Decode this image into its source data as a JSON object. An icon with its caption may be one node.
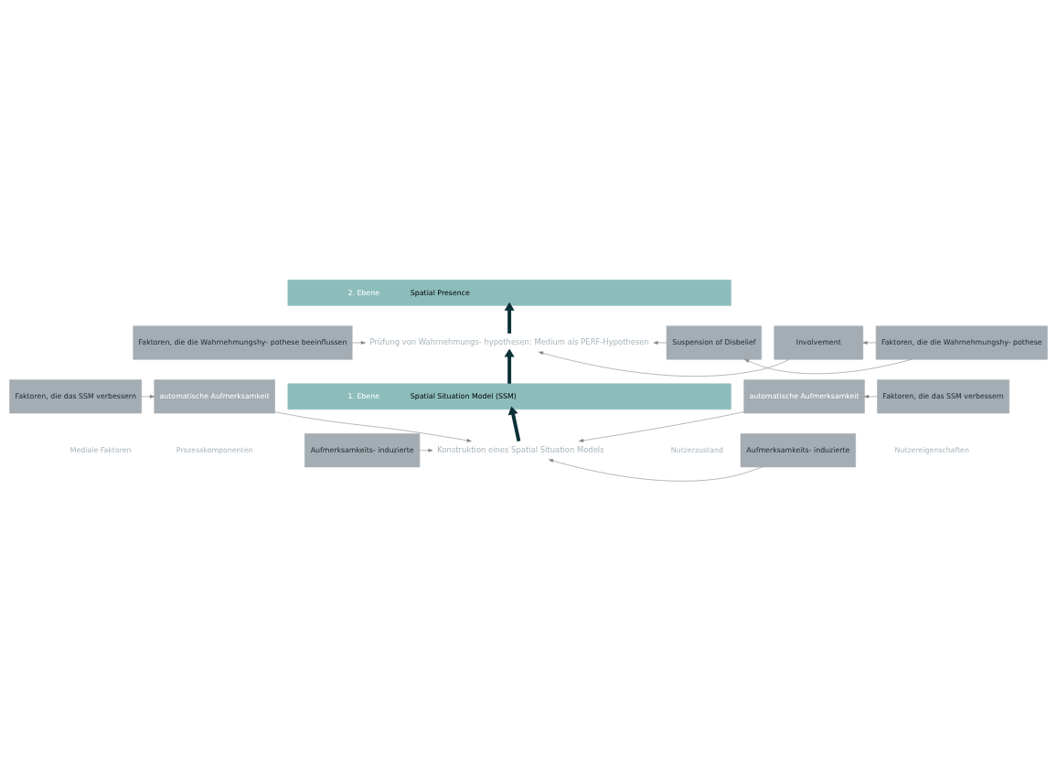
{
  "diagram": {
    "nodes": [
      {
        "text": [
          "2. Ebene",
          "Spatial Presence"
        ]
      },
      {
        "text": [
          "Faktoren, die die Wahrnehmungshy- pothese beeinflussen"
        ]
      },
      {
        "text": [
          "Prüfung von Wahrnehmungs- hypothesen: Medium als PERF-Hypothesen"
        ]
      },
      {
        "text": [
          "Involvement"
        ]
      },
      {
        "text": [
          "Faktoren, die die Wahrnehmungshy- pothese"
        ]
      },
      {
        "text": [
          "Suspension of Disbelief"
        ]
      },
      {
        "text": [
          "1. Ebene",
          "Spatial Situation Model (SSM)"
        ]
      },
      {
        "text": [
          "Aufmerksamkeits- induzierte"
        ]
      },
      {
        "text": [
          "Konstruktion eines Spatial Situation Models"
        ]
      },
      {
        "text": [
          "Aufmerksamkeits- induzierte"
        ]
      },
      {
        "text": [
          "Faktoren, die das SSM verbessern"
        ]
      },
      {
        "text": [
          "automatische Aufmerksamkeit"
        ]
      },
      {
        "text": [
          "automatische Aufmerksamkeit"
        ]
      },
      {
        "text": [
          "Faktoren, die das SSM verbessern"
        ]
      }
    ],
    "edges": [
      {
        "from": 2,
        "to": 0,
        "arrow": "to",
        "style": "thick",
        "color": "#0b3038"
      },
      {
        "from": 1,
        "to": 2,
        "arrow": "to"
      },
      {
        "from": 3,
        "to": 2,
        "arrow": "to"
      },
      {
        "from": 4,
        "to": 3,
        "arrow": "to"
      },
      {
        "from": 5,
        "to": 2,
        "arrow": "to"
      },
      {
        "from": 4,
        "to": 5,
        "arrow": "to"
      },
      {
        "from": 6,
        "to": 2,
        "arrow": "to",
        "style": "thick",
        "color": "#0b3038"
      },
      {
        "from": 8,
        "to": 6,
        "arrow": "to",
        "style": "thick",
        "color": "#0b3038"
      },
      {
        "from": 7,
        "to": 8,
        "arrow": "to"
      },
      {
        "from": 9,
        "to": 8,
        "arrow": "to"
      },
      {
        "from": 11,
        "to": 8,
        "arrow": "to"
      },
      {
        "from": 12,
        "to": 8,
        "arrow": "to"
      },
      {
        "from": 10,
        "to": 11,
        "arrow": "to"
      },
      {
        "from": 13,
        "to": 12,
        "arrow": "to"
      }
    ],
    "labels": [
      "Mediale Faktoren",
      "Prozesskomponenten",
      "Nutzerzustand",
      "Nutzereigenschaften"
    ]
  }
}
